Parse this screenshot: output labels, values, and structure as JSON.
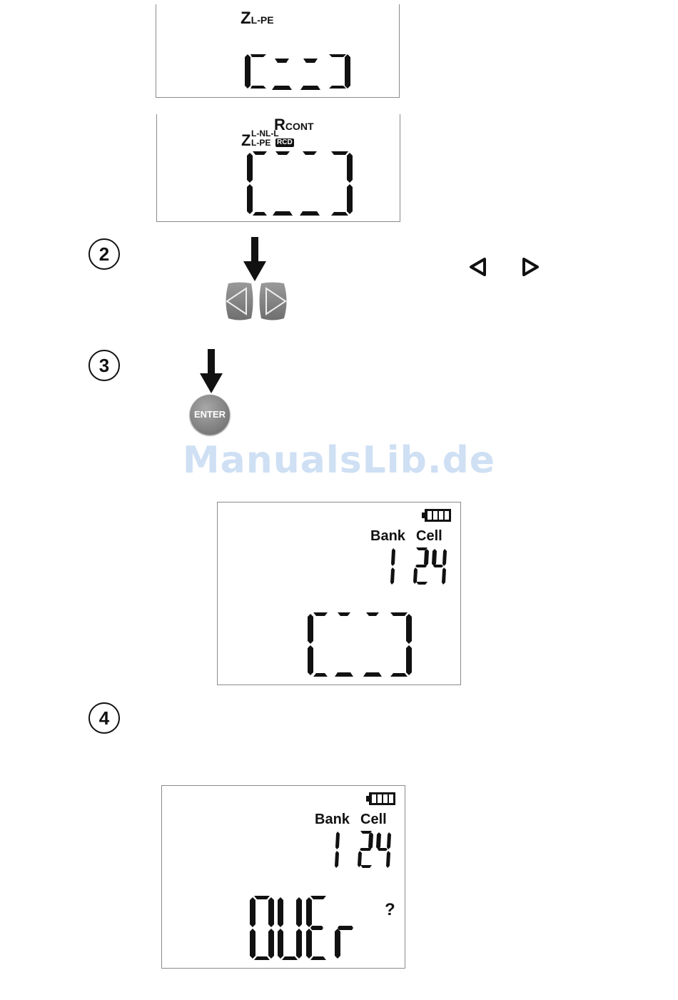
{
  "lcd1": {
    "z": "Z",
    "z_sub": "L-PE"
  },
  "lcd2": {
    "r": "R",
    "r_sub": "CONT",
    "z": "Z",
    "z_sub_top": "L-NL-L",
    "z_sub_bottom": "L-PE",
    "rcd": "RCD"
  },
  "steps": {
    "s2": "2",
    "s3": "3",
    "s4": "4"
  },
  "enter_label": "ENTER",
  "watermark": "ManualsLib.de",
  "lcd3": {
    "bank_label": "Bank",
    "cell_label": "Cell",
    "bank": "1",
    "cell": "24"
  },
  "lcd4": {
    "bank_label": "Bank",
    "cell_label": "Cell",
    "bank": "1",
    "cell": "24",
    "reading": "OVEr",
    "question": "?"
  }
}
